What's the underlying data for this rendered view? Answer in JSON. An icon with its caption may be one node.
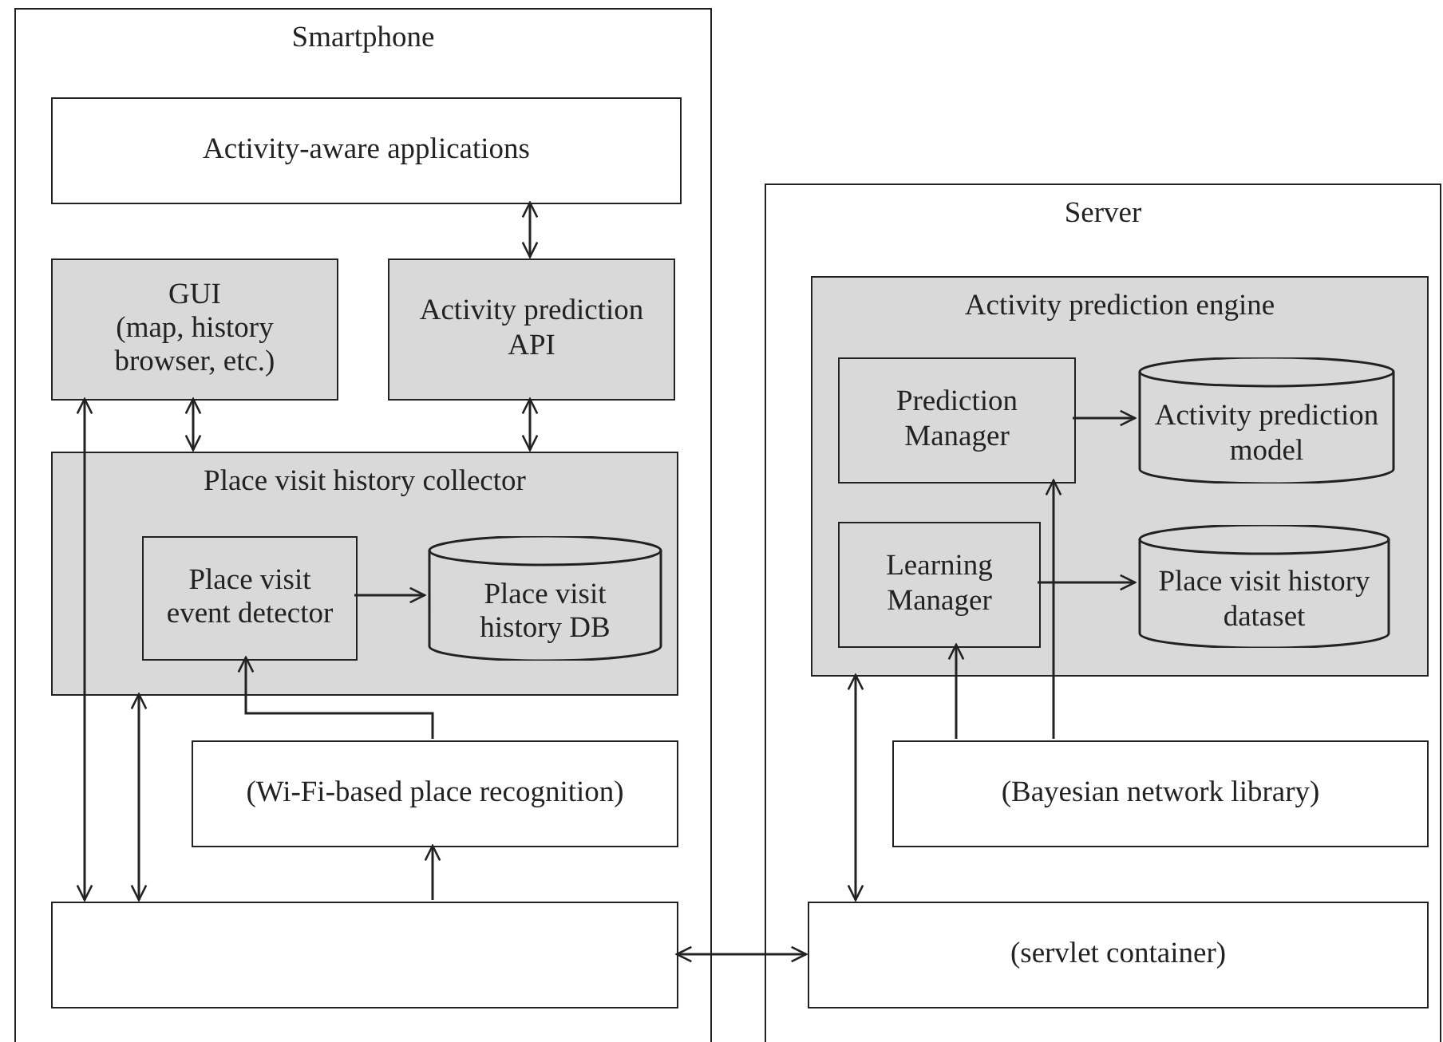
{
  "diagram": {
    "nodes": [
      {
        "text": [
          "Smartphone"
        ]
      },
      {
        "text": [
          "Activity-aware applications"
        ],
        "in": 0
      },
      {
        "text": [
          "GUI",
          "(map, history browser, etc.)"
        ],
        "in": 0
      },
      {
        "text": [
          "Activity prediction API"
        ],
        "in": 0
      },
      {
        "text": [
          "Place visit history collector"
        ],
        "in": 0
      },
      {
        "text": [
          "Place visit event detector"
        ],
        "in": 4
      },
      {
        "text": [
          "Place visit history DB"
        ],
        "in": 4
      },
      {
        "text": [
          "(Wi-Fi-based place recognition)"
        ],
        "in": 0
      },
      {
        "text": [],
        "shape": "box",
        "in": 0
      },
      {
        "text": [
          "Server"
        ]
      },
      {
        "text": [
          "Activity prediction engine"
        ],
        "in": 9
      },
      {
        "text": [
          "Prediction Manager"
        ],
        "in": 10
      },
      {
        "text": [
          "Activity prediction model"
        ],
        "in": 10
      },
      {
        "text": [
          "Learning Manager"
        ],
        "in": 10
      },
      {
        "text": [
          "Place visit history dataset"
        ],
        "in": 10
      },
      {
        "text": [
          "(Bayesian network library)"
        ],
        "in": 9
      },
      {
        "text": [
          "(servlet container)"
        ],
        "in": 9
      }
    ],
    "edges": [
      {
        "from": 1,
        "to": 3,
        "arrow": "both"
      },
      {
        "from": 2,
        "to": 4,
        "arrow": "both"
      },
      {
        "from": 3,
        "to": 4,
        "arrow": "both"
      },
      {
        "from": 2,
        "to": 8,
        "arrow": "both"
      },
      {
        "from": 4,
        "to": 8,
        "arrow": "both"
      },
      {
        "from": 7,
        "to": 5,
        "arrow": "to"
      },
      {
        "from": 8,
        "to": 7,
        "arrow": "to"
      },
      {
        "from": 5,
        "to": 6,
        "arrow": "to"
      },
      {
        "from": 8,
        "to": 16,
        "arrow": "both"
      },
      {
        "from": 11,
        "to": 12,
        "arrow": "to"
      },
      {
        "from": 13,
        "to": 14,
        "arrow": "to"
      },
      {
        "from": 15,
        "to": 13,
        "arrow": "to"
      },
      {
        "from": 15,
        "to": 11,
        "arrow": "to"
      },
      {
        "from": 10,
        "to": 16,
        "arrow": "both"
      }
    ]
  }
}
